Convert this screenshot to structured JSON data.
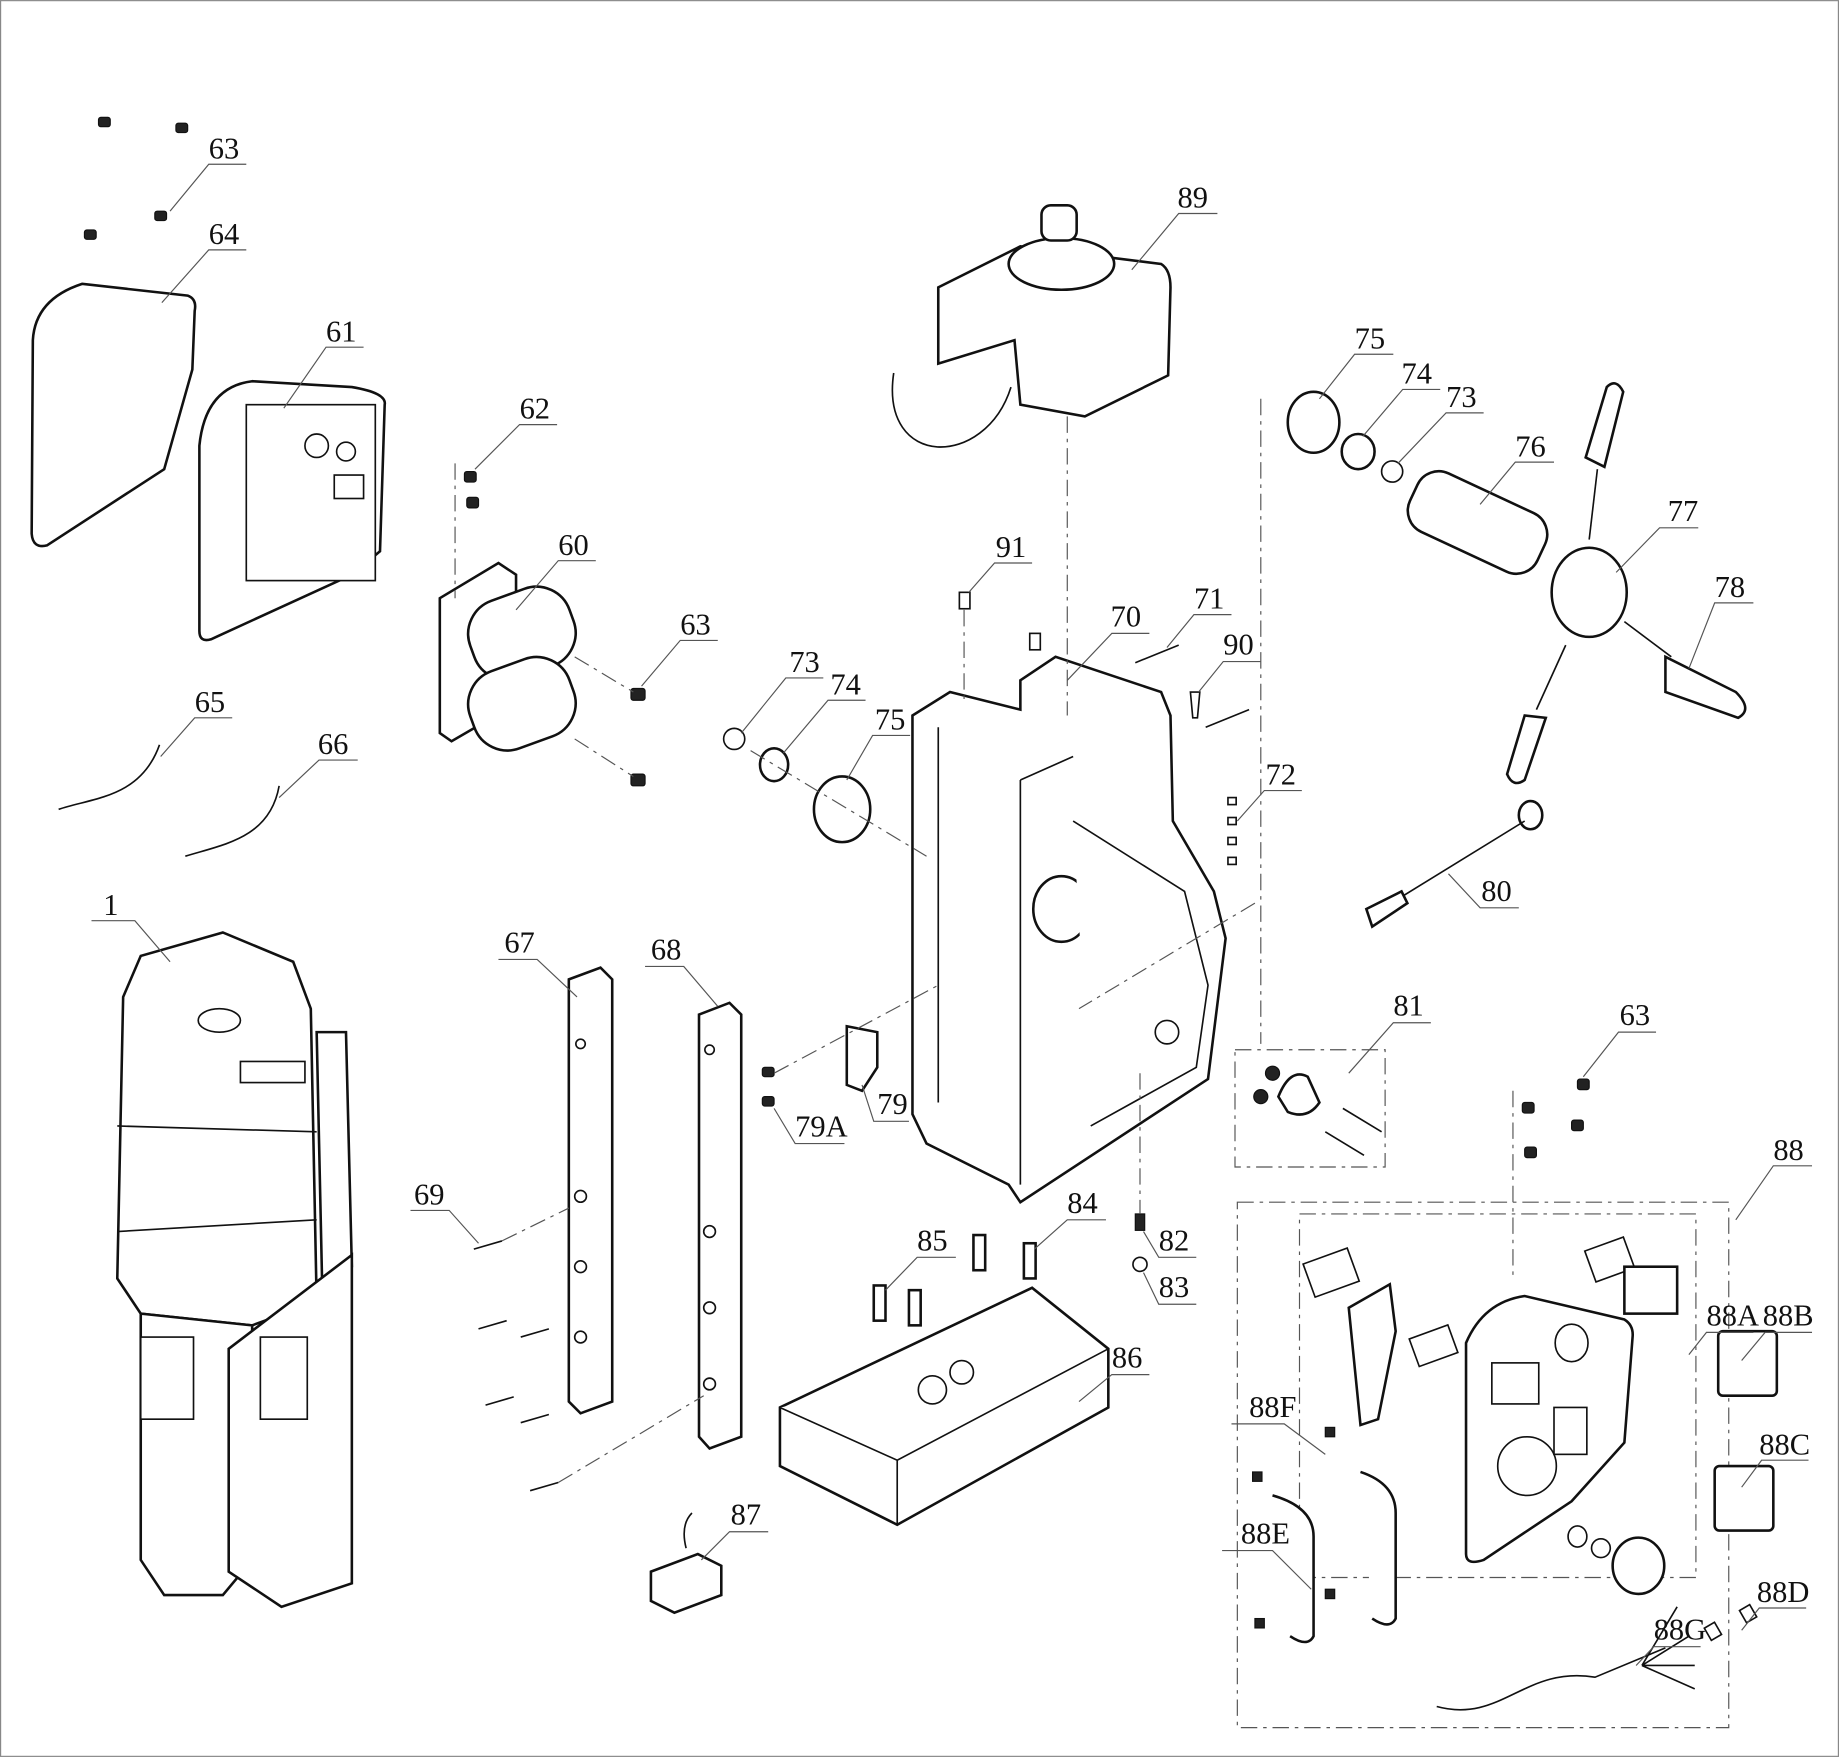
{
  "diagram": {
    "type": "exploded parts diagram",
    "line_color": "#111111",
    "background": "#ffffff",
    "labels": {
      "l63a": "63",
      "l64": "64",
      "l61": "61",
      "l62": "62",
      "l60": "60",
      "l63b": "63",
      "l65": "65",
      "l66": "66",
      "l1": "1",
      "l67": "67",
      "l68": "68",
      "l69": "69",
      "l73a": "73",
      "l74a": "74",
      "l75a": "75",
      "l79a": "79A",
      "l79": "79",
      "l89": "89",
      "l75b": "75",
      "l74b": "74",
      "l73b": "73",
      "l76": "76",
      "l77": "77",
      "l78": "78",
      "l91": "91",
      "l70": "70",
      "l71": "71",
      "l90": "90",
      "l72": "72",
      "l80": "80",
      "l81": "81",
      "l63c": "63",
      "l88": "88",
      "l88A": "88A",
      "l88B": "88B",
      "l88C": "88C",
      "l88D": "88D",
      "l88G": "88G",
      "l88F": "88F",
      "l88E": "88E",
      "l84": "84",
      "l85": "85",
      "l82": "82",
      "l83": "83",
      "l86": "86",
      "l87": "87"
    }
  }
}
